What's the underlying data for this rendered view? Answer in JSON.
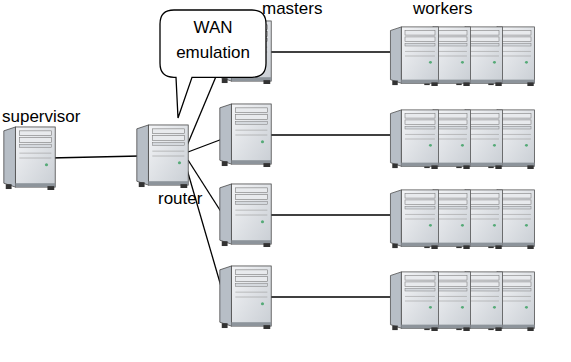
{
  "diagram": {
    "nodes": [
      {
        "text": [
          "WAN emulation"
        ]
      }
    ],
    "labels": [
      "masters",
      "workers",
      "supervisor",
      "router"
    ]
  }
}
